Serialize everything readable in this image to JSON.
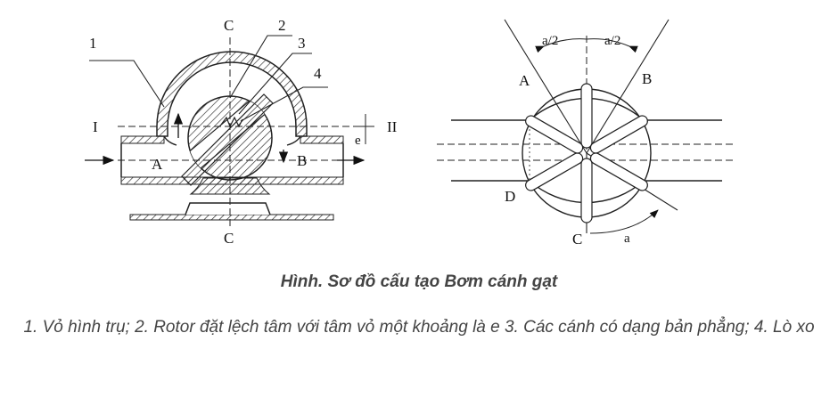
{
  "figure": {
    "left": {
      "label_c_top": "C",
      "label_c_bottom": "C",
      "label_1": "1",
      "label_2": "2",
      "label_3": "3",
      "label_4": "4",
      "label_i": "I",
      "label_ii": "II",
      "label_a": "A",
      "label_b": "B",
      "label_e": "e"
    },
    "right": {
      "label_a_half_left": "a/2",
      "label_a_half_right": "a/2",
      "label_a": "A",
      "label_b": "B",
      "label_d": "D",
      "label_c": "C",
      "label_angle_a": "a"
    }
  },
  "caption": {
    "title": "Hình. Sơ đồ cấu tạo Bơm cánh gạt",
    "description": "1. Vỏ hình trụ; 2. Rotor đặt lệch tâm với tâm vỏ một khoảng là e 3. Các cánh có dạng bản phẳng; 4. Lò xo"
  }
}
